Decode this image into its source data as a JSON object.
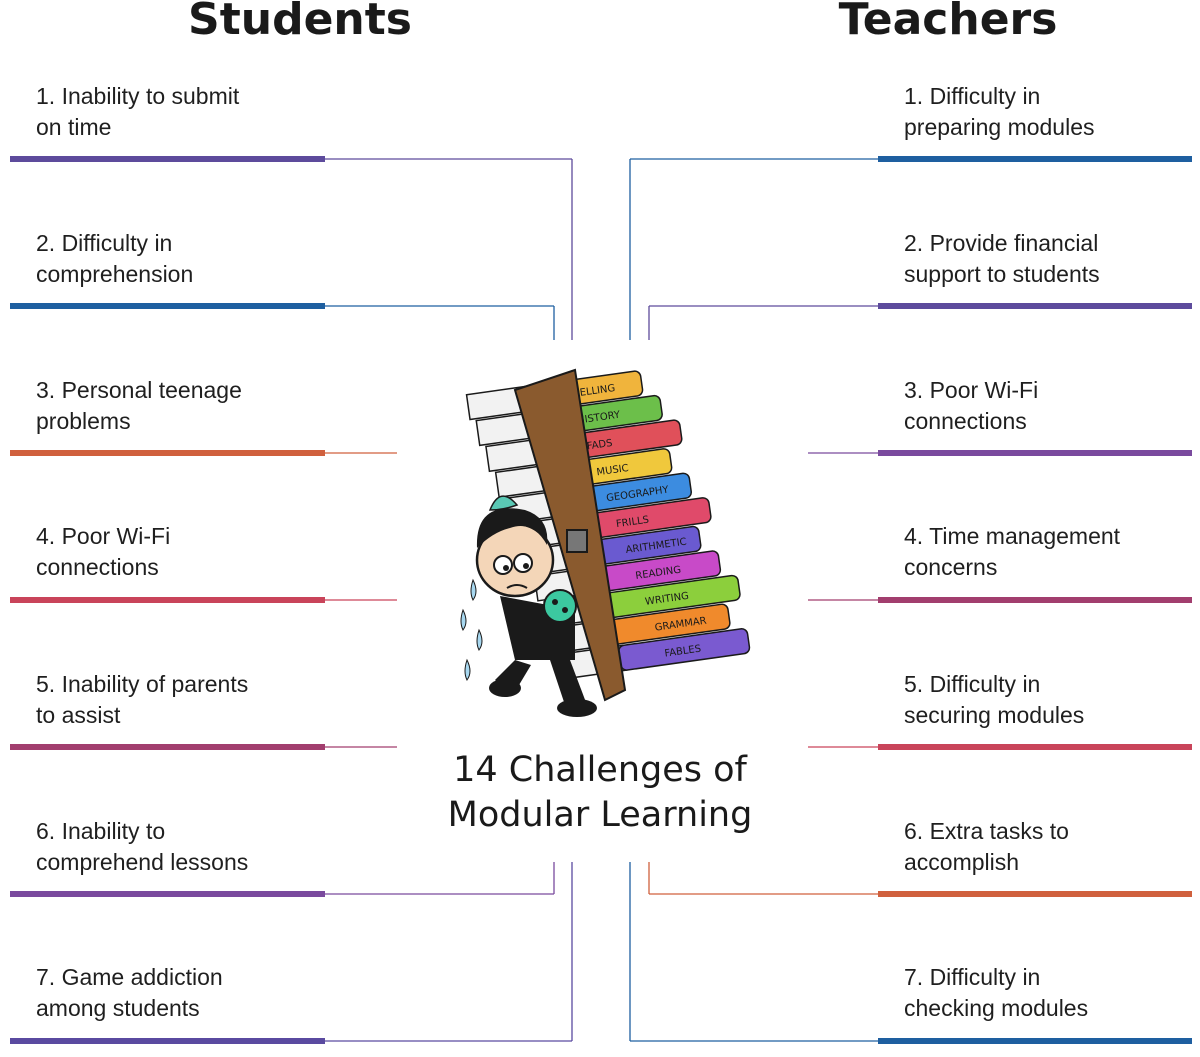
{
  "students": {
    "title": "Students",
    "items": [
      {
        "text": "1. Inability to submit\non time",
        "color": "#5d4b9c"
      },
      {
        "text": "2. Difficulty in\ncomprehension",
        "color": "#1e5fa0"
      },
      {
        "text": "3. Personal teenage\nproblems",
        "color": "#d0603d"
      },
      {
        "text": "4. Poor Wi-Fi\nconnections",
        "color": "#c9445a"
      },
      {
        "text": "5. Inability of parents\nto assist",
        "color": "#a23e6e"
      },
      {
        "text": "6. Inability to\ncomprehend lessons",
        "color": "#7a4a9e"
      },
      {
        "text": "7. Game addiction\namong students",
        "color": "#5a4aa0"
      }
    ]
  },
  "teachers": {
    "title": "Teachers",
    "items": [
      {
        "text": "1.  Difficulty in\npreparing modules",
        "color": "#1e5fa0"
      },
      {
        "text": "2. Provide financial\nsupport to students",
        "color": "#5d4b9c"
      },
      {
        "text": "3. Poor Wi-Fi\nconnections",
        "color": "#7a4a9e"
      },
      {
        "text": "4. Time management\nconcerns",
        "color": "#a23e6e"
      },
      {
        "text": "5. Difficulty in\nsecuring modules",
        "color": "#c9445a"
      },
      {
        "text": "6. Extra tasks to\naccomplish",
        "color": "#d0603d"
      },
      {
        "text": "7. Difficulty in\nchecking modules",
        "color": "#1e5fa0"
      }
    ]
  },
  "center": {
    "title": "14 Challenges of\nModular Learning"
  },
  "illustration": {
    "book_labels": [
      "SPELLING",
      "HISTORY",
      "FADS",
      "MUSIC",
      "GEOGRAPHY",
      "FRILLS",
      "ARITHMETIC",
      "READING",
      "WRITING",
      "GRAMMAR",
      "FABLES"
    ],
    "book_colors": [
      "#f0b43c",
      "#6cbf4a",
      "#e0505a",
      "#f0c83c",
      "#3c8ce0",
      "#e04a6a",
      "#6a5ad0",
      "#c84ac8",
      "#8ccf3c",
      "#f08a2c",
      "#7a5ad0"
    ]
  }
}
